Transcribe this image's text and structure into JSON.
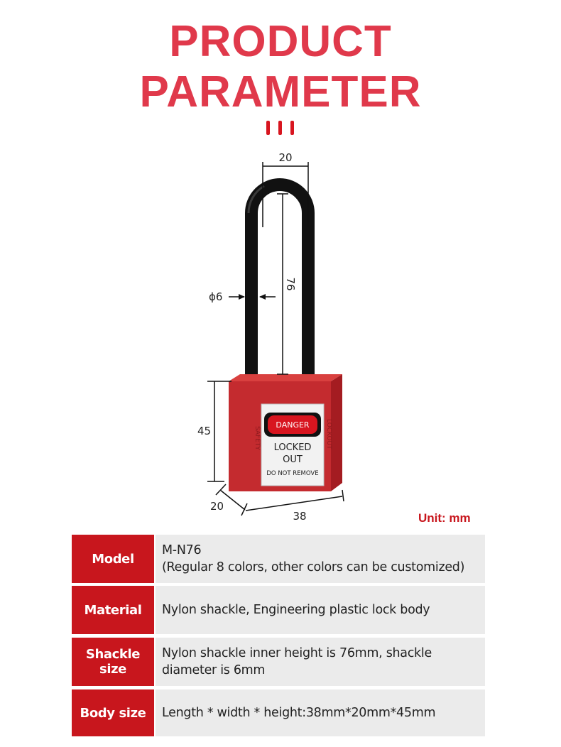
{
  "header": {
    "title_line1": "PRODUCT",
    "title_line2": "PARAMETER"
  },
  "diagram": {
    "dim_shackle_width": "20",
    "dim_shackle_height": "76",
    "dim_shackle_diameter": "ϕ6",
    "dim_body_height": "45",
    "dim_body_depth": "20",
    "dim_body_length": "38",
    "label_danger": "DANGER",
    "label_locked": "LOCKED",
    "label_out": "OUT",
    "label_do_not_remove": "DO NOT REMOVE",
    "side_text_left": "SAFETY",
    "side_text_right": "LOCKOUT"
  },
  "unit_note": "Unit: mm",
  "params": [
    {
      "label": "Model",
      "lines": [
        "M-N76",
        "(Regular 8 colors, other colors can be customized)"
      ]
    },
    {
      "label": "Material",
      "lines": [
        "Nylon shackle, Engineering plastic lock body"
      ]
    },
    {
      "label": "Shackle size",
      "lines": [
        "Nylon shackle inner height is 76mm, shackle",
        "diameter is 6mm"
      ]
    },
    {
      "label": "Body size",
      "lines": [
        "Length * width * height:38mm*20mm*45mm"
      ]
    }
  ],
  "colors": {
    "title": "#e0394b",
    "accent_red": "#c8161d",
    "lock_body": "#c42b2f",
    "shackle": "#111111",
    "row_bg": "#ebebeb"
  }
}
